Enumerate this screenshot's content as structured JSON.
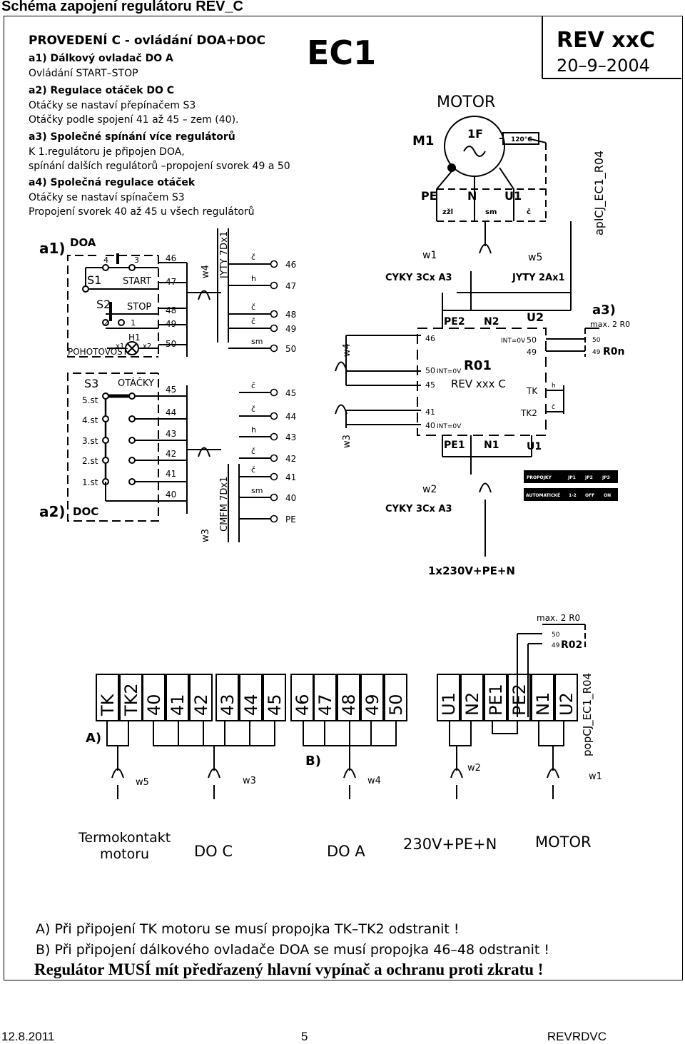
{
  "page": {
    "title": "Schéma zapojení regulátoru REV_C",
    "footer_date": "12.8.2011",
    "footer_page": "5",
    "footer_code": "REVRDVC"
  },
  "header": {
    "model": "EC1",
    "rev": "REV xxC",
    "date": "20–9–2004",
    "drawing_top": "aplCJ_EC1_R04",
    "drawing_bottom": "popCJ_EC1_R04"
  },
  "notes": [
    "PROVEDENÍ C - ovládání DOA+DOC",
    "a1) Dálkový ovladač DO A",
    "Ovládání START–STOP",
    "a2) Regulace otáček DO C",
    "Otáčky se nastaví přepínačem S3",
    "Otáčky podle spojení 41 až 45 – zem (40).",
    "a3) Společné spínání více regulátorů",
    "K 1.regulátoru je připojen DOA,",
    "spínání dalších regulátorů –propojení svorek 49 a 50",
    "a4) Společná regulace otáček",
    "Otáčky se nastaví spínačem S3",
    "Propojení svorek 40 až 45 u všech regulátorů"
  ],
  "doa": {
    "title_a1": "a1)",
    "title": "DOA",
    "s1": "S1",
    "start": "START",
    "s2": "S2",
    "stop": "STOP",
    "h1": "H1",
    "x1": "x1",
    "x2": "x2",
    "ready": "POHOTOVOST",
    "pins": [
      "4",
      "3",
      "2",
      "1"
    ],
    "terms": [
      "46",
      "47",
      "48",
      "49",
      "50"
    ]
  },
  "doc": {
    "title_a2": "a2)",
    "title": "DOC",
    "s3": "S3",
    "speeds": "OTÁČKY",
    "steps": [
      "5.st",
      "4.st",
      "3.st",
      "2.st",
      "1.st"
    ],
    "terms": [
      "45",
      "44",
      "43",
      "42",
      "41",
      "40"
    ]
  },
  "cables": {
    "w4": "w4",
    "w4_type": "JYTY 7Dx1",
    "w3": "w3",
    "w3_type": "CMFM 7Dx1",
    "w1": "w1",
    "w1_type": "CYKY 3Cx A3",
    "w5": "w5",
    "w5_type": "JYTY 2Ax1",
    "w2": "w2",
    "w2_type": "CYKY 3Cx A3"
  },
  "wire_colors": {
    "c": "č",
    "h": "h",
    "sm": "sm",
    "zzl": "zžl"
  },
  "mid_terms": [
    "46",
    "47",
    "48",
    "49",
    "50",
    "45",
    "44",
    "43",
    "42",
    "41",
    "40",
    "PE"
  ],
  "motor": {
    "title": "MOTOR",
    "m1": "M1",
    "phase": "1F",
    "thermo": "120°C",
    "pe": "PE",
    "n": "N",
    "u1": "U1"
  },
  "regulator": {
    "name": "R01",
    "type": "REV xxx C",
    "pe2": "PE2",
    "n2": "N2",
    "u2": "U2",
    "pe1": "PE1",
    "n1": "N1",
    "u1": "U1",
    "int0": "INT=0V",
    "tk": "TK",
    "tk2": "TK2",
    "left_terms": [
      "46",
      "50",
      "45",
      "41",
      "40"
    ],
    "right_terms": [
      "50",
      "49"
    ],
    "a3": "a3)",
    "max": "max. 2 R0",
    "r0n": "R0n",
    "jumper_row1": [
      "PROPOJKY",
      "JP1",
      "JP2",
      "JP3"
    ],
    "jumper_row2": [
      "AUTOMATICKÉ",
      "1-2",
      "OFF",
      "ON"
    ],
    "supply": "1x230V+PE+N"
  },
  "terminal_block": {
    "labels": [
      "TK",
      "TK2",
      "40",
      "41",
      "42",
      "43",
      "44",
      "45",
      "46",
      "47",
      "48",
      "49",
      "50",
      "U1",
      "N2",
      "PE1",
      "PE2",
      "N1",
      "U2"
    ],
    "note_a": "A)",
    "note_b": "B)",
    "max": "max. 2 R0",
    "r02": "R02",
    "t50": "50",
    "t49": "49",
    "groups": [
      "Termokontakt motoru",
      "DO C",
      "DO A",
      "230V+PE+N",
      "MOTOR"
    ],
    "group_line1": "Termokontakt",
    "group_line2": "motoru"
  },
  "warnings": {
    "a": "A) Při připojení TK motoru se musí propojka TK–TK2 odstranit !",
    "b": "B) Při připojení dálkového ovladače DOA se musí propojka 46–48 odstranit !",
    "main": "Regulátor MUSÍ mít předřazený hlavní vypínač a ochranu proti zkratu !"
  }
}
